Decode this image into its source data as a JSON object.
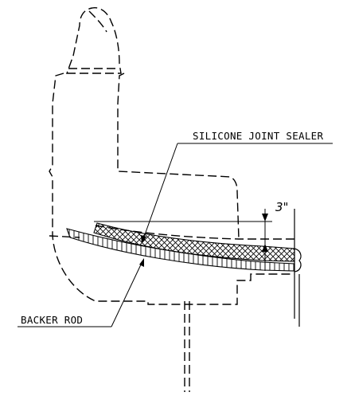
{
  "drawing": {
    "label_sealer": "SILICONE JOINT SEALER",
    "label_backer": "BACKER ROD",
    "dimension_value": "3\""
  }
}
